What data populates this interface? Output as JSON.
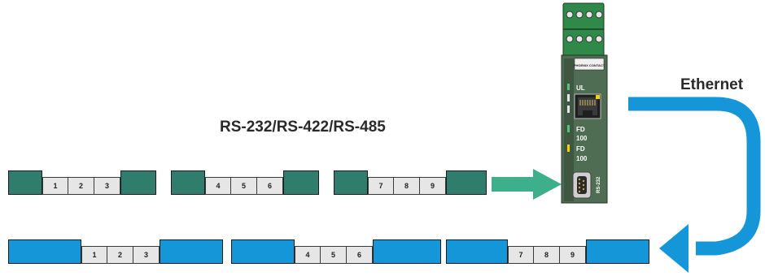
{
  "labels": {
    "serial": "RS-232/RS-422/RS-485",
    "ethernet": "Ethernet"
  },
  "device": {
    "brand": "PHOENIX CONTACT",
    "leds": [
      "UL",
      "FD",
      "100",
      "FD",
      "100"
    ],
    "port_label": "RS-232"
  },
  "serial_frames": [
    {
      "cells": [
        "1",
        "2",
        "3"
      ]
    },
    {
      "cells": [
        "4",
        "5",
        "6"
      ]
    },
    {
      "cells": [
        "7",
        "8",
        "9"
      ]
    }
  ],
  "ethernet_frames": [
    {
      "cells": [
        "1",
        "2",
        "3"
      ]
    },
    {
      "cells": [
        "4",
        "5",
        "6"
      ]
    },
    {
      "cells": [
        "7",
        "8",
        "9"
      ]
    }
  ],
  "colors": {
    "serial_frame": "#2f7d6d",
    "ethernet_frame": "#1496d8",
    "serial_arrow": "#3daf8b",
    "ethernet_arrow": "#1496d8",
    "device_body": "#4f6d52",
    "device_terminal": "#2f8a4a"
  }
}
